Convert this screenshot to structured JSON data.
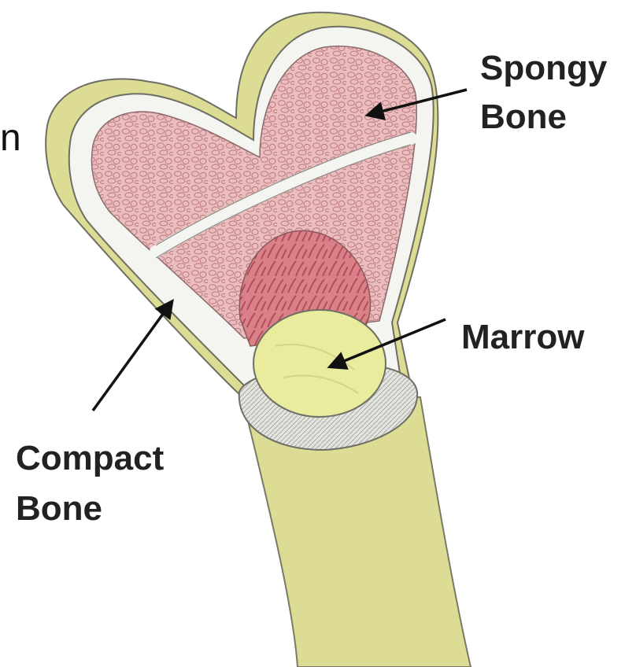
{
  "labels": {
    "spongy_bone_line1": "Spongy",
    "spongy_bone_line2": "Bone",
    "marrow": "Marrow",
    "compact_bone_line1": "Compact",
    "compact_bone_line2": "Bone"
  },
  "edge_text_fragment": "n",
  "colors": {
    "shaft_yellow": "#dcdc94",
    "compact_white": "#f4f4f1",
    "spongy_pink": "#e9b7b9",
    "marrow_red": "#d97f88",
    "marrow_yellow": "#eaec9d",
    "outline": "#6e6e64"
  }
}
